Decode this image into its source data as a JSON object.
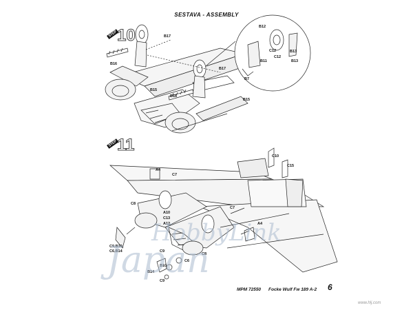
{
  "title": "SESTAVA - ASSEMBLY",
  "steps": [
    {
      "word": "STEP",
      "number": "10"
    },
    {
      "word": "STEP",
      "number": "11"
    }
  ],
  "labels": [
    "B16",
    "B17",
    "B15",
    "B16",
    "B17",
    "B15",
    "B12",
    "B13",
    "C12",
    "C12",
    "B11",
    "B13",
    "B7",
    "C10",
    "C15",
    "C7",
    "A4",
    "C8",
    "A10",
    "C13",
    "A12",
    "C7",
    "A4",
    "C9,B10,",
    "C6,B14",
    "C9",
    "B10",
    "B14",
    "C6",
    "C8",
    "C9"
  ],
  "footer": {
    "code": "MPM 72550",
    "name": "Focke Wulf Fw 189 A-2",
    "page": "6"
  },
  "watermark": {
    "brand": "HobbyLink",
    "country": "Japan",
    "url": "www.hlj.com"
  }
}
